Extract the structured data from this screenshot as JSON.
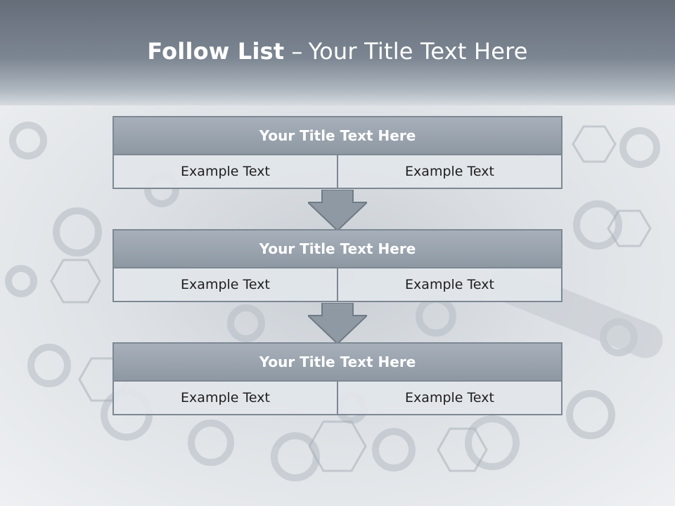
{
  "slide": {
    "title_bold": "Follow List",
    "title_dash": "–",
    "title_rest": "Your Title Text Here"
  },
  "blocks": [
    {
      "title": "Your Title Text Here",
      "left": "Example Text",
      "right": "Example Text"
    },
    {
      "title": "Your Title Text Here",
      "left": "Example Text",
      "right": "Example Text"
    },
    {
      "title": "Your Title Text Here",
      "left": "Example Text",
      "right": "Example Text"
    }
  ],
  "colors": {
    "header": "#6e7782",
    "box_title": "#98a1ab",
    "box_border": "#7d8893",
    "arrow": "#8f99a4"
  }
}
